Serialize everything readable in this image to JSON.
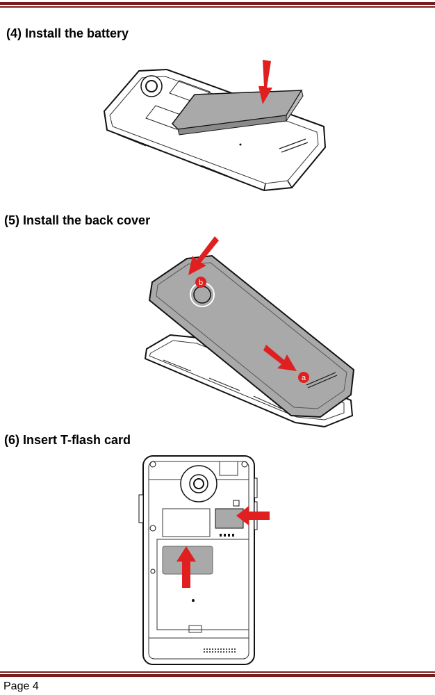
{
  "sections": [
    {
      "heading": "(4) Install the battery"
    },
    {
      "heading": "(5) Install the back cover",
      "labels": [
        "b",
        "a"
      ]
    },
    {
      "heading": "(6) Insert T-flash card"
    }
  ],
  "footer": {
    "page": "Page 4"
  },
  "colors": {
    "rule": "#7a1c1c",
    "arrow": "#e02020",
    "battery": "#a9a9a9",
    "body": "#ffffff"
  },
  "icons": [
    "down-arrow-icon",
    "right-arrow-icon",
    "up-arrow-icon"
  ]
}
